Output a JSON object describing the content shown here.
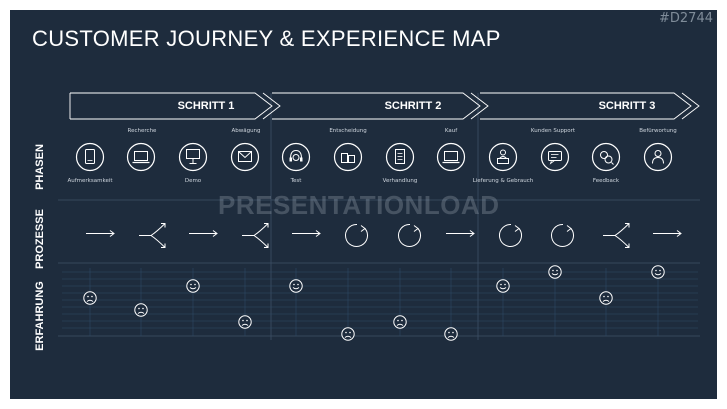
{
  "header": {
    "title": "CUSTOMER JOURNEY & EXPERIENCE MAP",
    "code": "#D2744"
  },
  "rows": {
    "phases": "PHASEN",
    "processes": "PROZESSE",
    "experience": "ERFAHRUNG"
  },
  "steps": [
    "SCHRITT 1",
    "SCHRITT 2",
    "SCHRITT 3"
  ],
  "phase_labels_top": [
    "Recherche",
    "Abwägung",
    "Entscheidung",
    "Kauf",
    "Kunden Support",
    "Befürwortung"
  ],
  "phase_labels_bottom": [
    "Aufmerksamkeit",
    "Demo",
    "Test",
    "Verhandlung",
    "Lieferung & Gebrauch",
    "Feedback"
  ],
  "phase_icons": [
    "tablet-icon",
    "laptop-icon",
    "presentation-icon",
    "envelope-icon",
    "headset-icon",
    "box-icon",
    "document-icon",
    "laptop-icon",
    "delivery-person-icon",
    "chat-icon",
    "feedback-icon",
    "user-icon"
  ],
  "process_icons": [
    "arrow",
    "branch",
    "arrow",
    "branch",
    "arrow",
    "cycle",
    "cycle",
    "arrow",
    "cycle",
    "cycle",
    "branch",
    "arrow"
  ],
  "experience": [
    "negative",
    "negative",
    "positive",
    "negative",
    "positive",
    "negative",
    "negative",
    "negative",
    "positive",
    "positive",
    "negative",
    "positive"
  ],
  "watermark": "PRESENTATIONLOAD",
  "colors": {
    "background": "#1e2c3d",
    "line": "#3e5166",
    "grid": "#2e4a66",
    "accent": "#ffffff"
  }
}
